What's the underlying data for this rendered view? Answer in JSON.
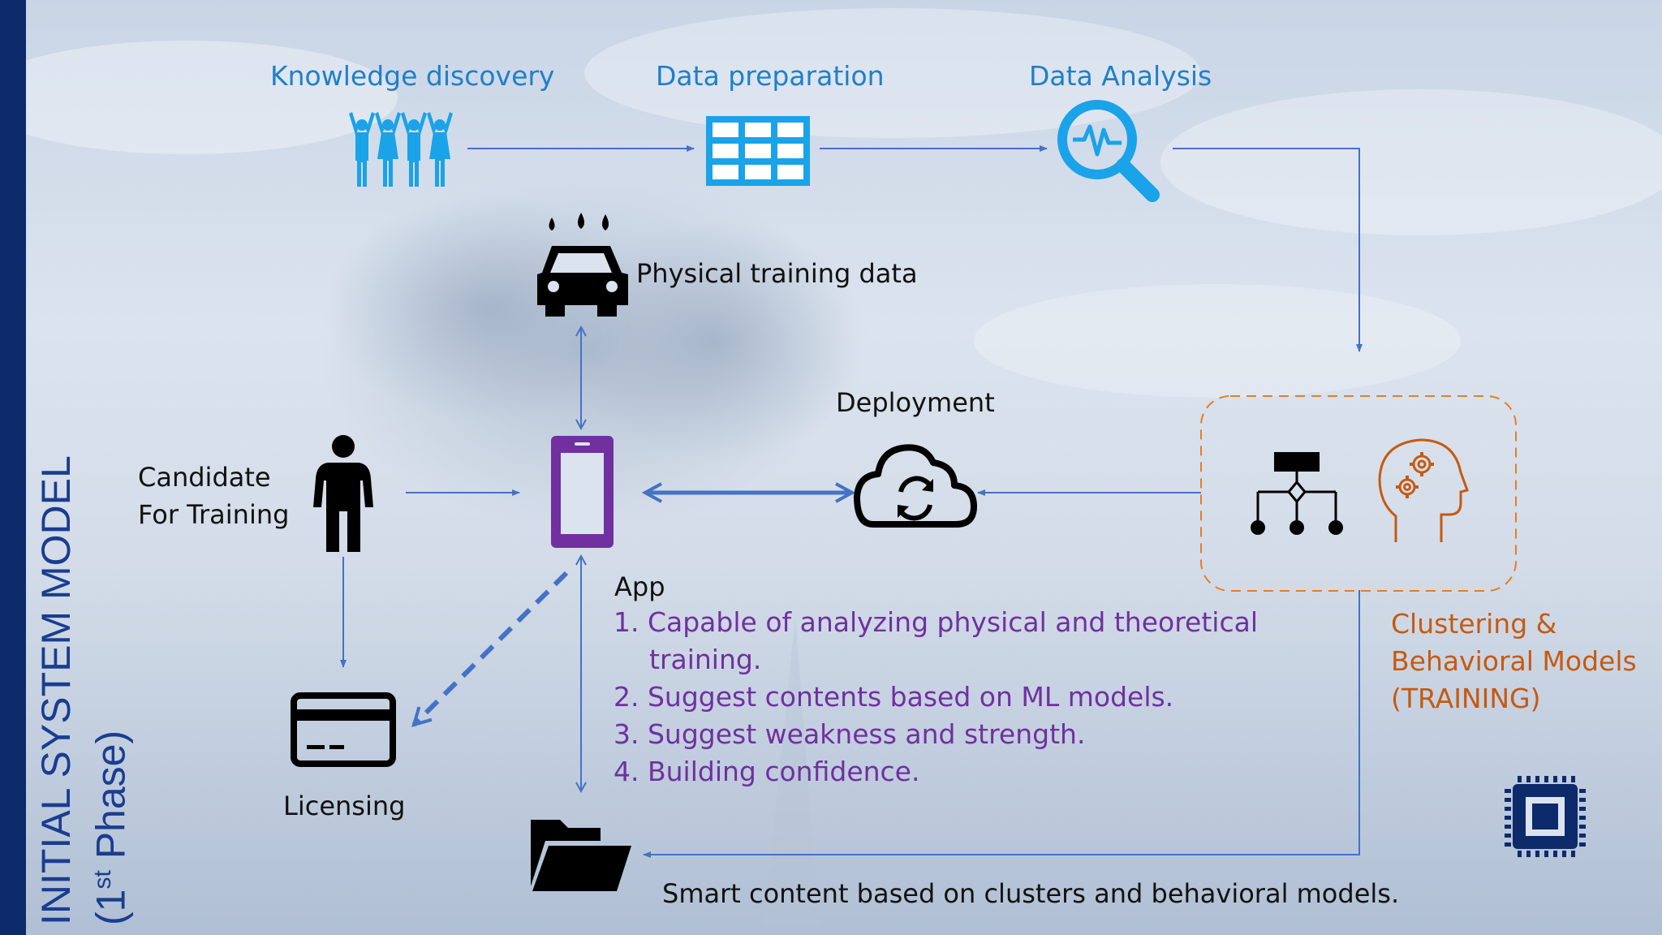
{
  "side_title": {
    "line1": "INITIAL SYSTEM MODEL",
    "line2_prefix": "(1",
    "line2_sup": "st",
    "line2_suffix": " Phase)"
  },
  "pipeline": {
    "knowledge_discovery": "Knowledge discovery",
    "data_preparation": "Data preparation",
    "data_analysis": "Data Analysis"
  },
  "physical_training_data": "Physical training data",
  "candidate": {
    "line1": "Candidate",
    "line2": "For Training"
  },
  "deployment": "Deployment",
  "licensing": "Licensing",
  "app": {
    "title": "App",
    "items": [
      "1. Capable of analyzing physical and theoretical",
      "training.",
      "2. Suggest contents based on ML models.",
      "3. Suggest weakness and strength.",
      "4. Building confidence."
    ]
  },
  "clustering": {
    "line1": "Clustering &",
    "line2": "Behavioral Models",
    "line3": "(TRAINING)"
  },
  "smart_content": "Smart content based on clusters and behavioral models.",
  "colors": {
    "blue_label": "#1f7fc9",
    "icon_blue": "#1aa3e8",
    "purple": "#7030a0",
    "orange": "#c55a11",
    "arrow": "#4472c4",
    "navy": "#0d2a6b"
  },
  "icons": [
    "people-group-icon",
    "table-grid-icon",
    "magnifier-pulse-icon",
    "car-rain-icon",
    "person-icon",
    "smartphone-icon",
    "cloud-sync-icon",
    "hierarchy-icon",
    "head-gears-icon",
    "credit-card-icon",
    "folder-open-icon",
    "cpu-chip-icon"
  ]
}
